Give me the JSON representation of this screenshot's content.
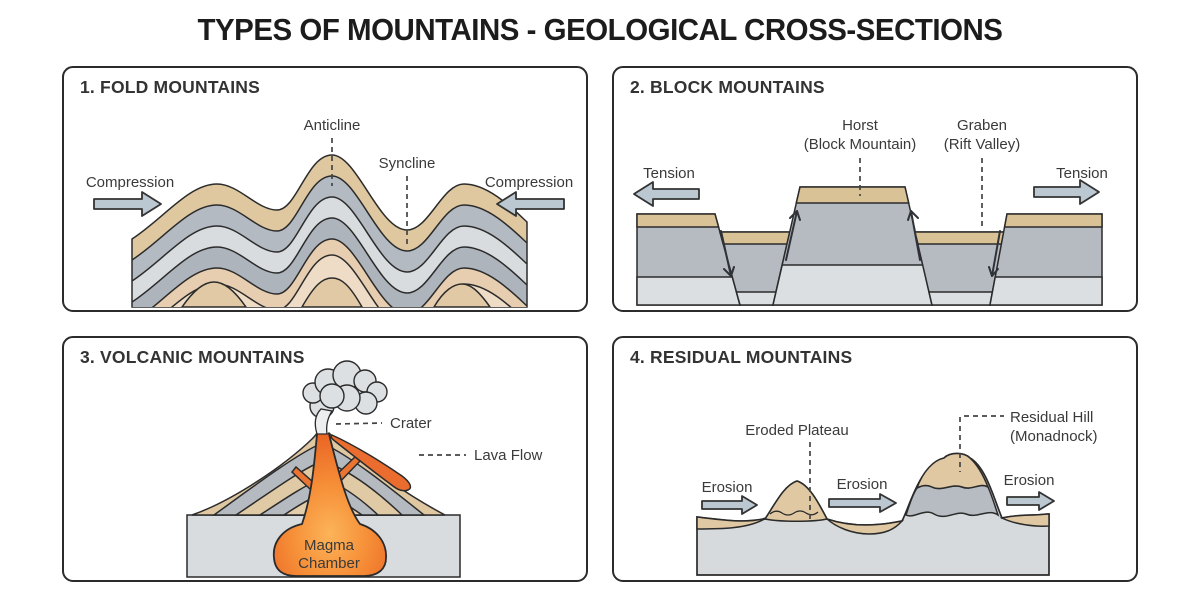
{
  "title": "TYPES OF MOUNTAINS - GEOLOGICAL CROSS-SECTIONS",
  "panels": {
    "fold": {
      "title": "1. FOLD MOUNTAINS",
      "labels": {
        "anticline": "Anticline",
        "syncline": "Syncline",
        "compression_left": "Compression",
        "compression_right": "Compression"
      }
    },
    "block": {
      "title": "2. BLOCK MOUNTAINS",
      "labels": {
        "horst_line1": "Horst",
        "horst_line2": "(Block Mountain)",
        "graben_line1": "Graben",
        "graben_line2": "(Rift Valley)",
        "tension_left": "Tension",
        "tension_right": "Tension"
      }
    },
    "volcanic": {
      "title": "3. VOLCANIC MOUNTAINS",
      "labels": {
        "crater": "Crater",
        "lava_flow": "Lava Flow",
        "magma_line1": "Magma",
        "magma_line2": "Chamber"
      }
    },
    "residual": {
      "title": "4. RESIDUAL MOUNTAINS",
      "labels": {
        "eroded_plateau": "Eroded Plateau",
        "residual_hill_line1": "Residual Hill",
        "residual_hill_line2": "(Monadnock)",
        "erosion_1": "Erosion",
        "erosion_2": "Erosion",
        "erosion_3": "Erosion"
      }
    }
  },
  "colors": {
    "background": "#ffffff",
    "panel_border": "#2b2b2b",
    "text": "#3a3a3a",
    "rock_tan": "#dfc8a0",
    "rock_gray": "#b4bac1",
    "rock_light_gray": "#d9dcdf",
    "rock_pink_tan": "#e7ceb0",
    "rock_light_pink": "#eedcc6",
    "ground_gray": "#d9dcde",
    "arrow_fill": "#bcc8d1",
    "lava_orange": "#ea6c2e",
    "magma_bright": "#fcb459",
    "magma_deep": "#e85f22",
    "smoke_gray": "#dde0e2"
  }
}
